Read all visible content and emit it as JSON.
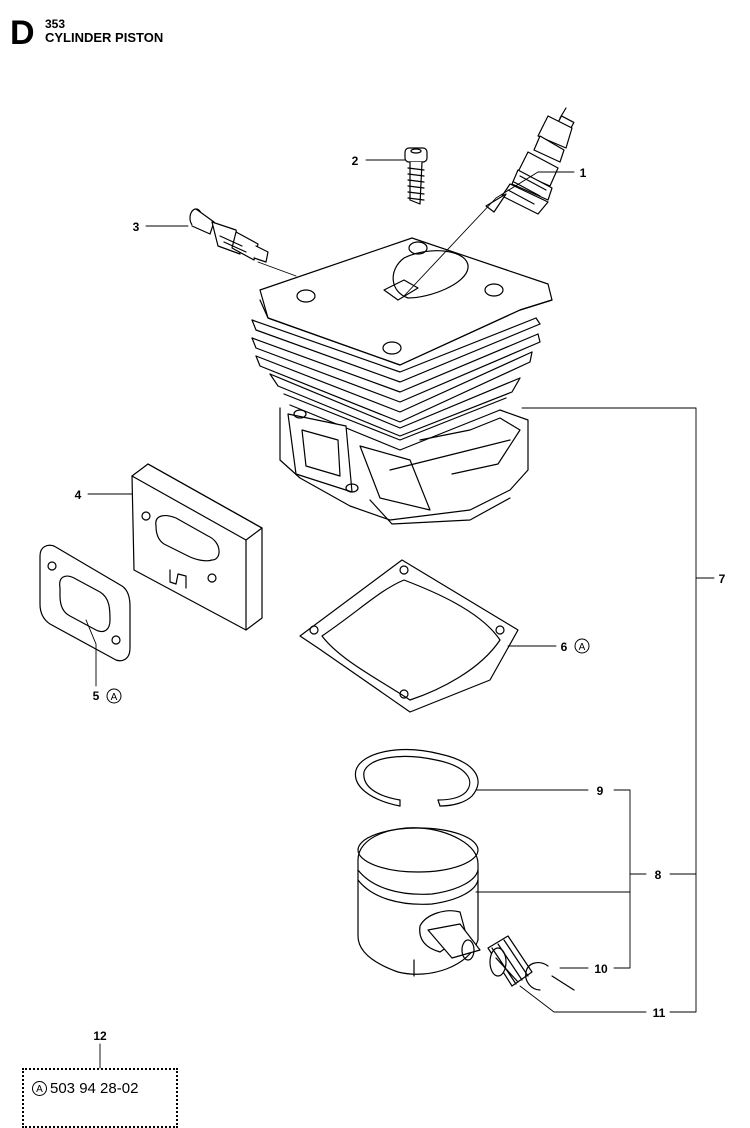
{
  "header": {
    "section_letter": "D",
    "model": "353",
    "title": "CYLINDER PISTON"
  },
  "callouts": [
    {
      "id": "1",
      "label": "1"
    },
    {
      "id": "2",
      "label": "2"
    },
    {
      "id": "3",
      "label": "3"
    },
    {
      "id": "4",
      "label": "4"
    },
    {
      "id": "5",
      "label": "5",
      "kit_mark": "A"
    },
    {
      "id": "6",
      "label": "6",
      "kit_mark": "A"
    },
    {
      "id": "7",
      "label": "7"
    },
    {
      "id": "8",
      "label": "8"
    },
    {
      "id": "9",
      "label": "9"
    },
    {
      "id": "10",
      "label": "10"
    },
    {
      "id": "11",
      "label": "11"
    },
    {
      "id": "12",
      "label": "12"
    }
  ],
  "kit": {
    "mark": "A",
    "part_number": "503 94 28-02"
  }
}
